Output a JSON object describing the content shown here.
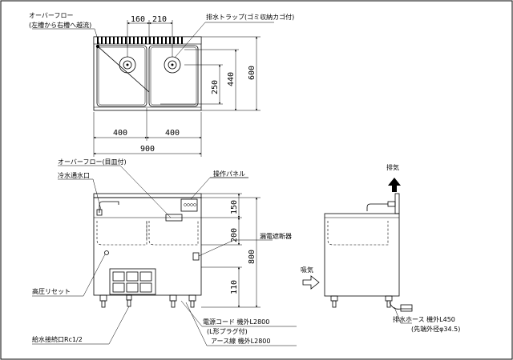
{
  "colors": {
    "line": "#000000",
    "background": "#ffffff"
  },
  "top_view": {
    "overflow_label": "オーバーフロー",
    "overflow_sub": "(左槽から右槽へ越流)",
    "trap_label": "排水トラップ(ゴミ収納カゴ付)",
    "dim_160": "160",
    "dim_210": "210",
    "dim_250": "250",
    "dim_440": "440",
    "dim_600": "600",
    "dim_400_left": "400",
    "dim_400_right": "400",
    "dim_900": "900"
  },
  "front_view": {
    "overflow_label": "オーバーフロー(目皿付)",
    "cold_water_label": "冷水通水口",
    "control_panel_label": "操作パネル",
    "leakage_breaker_label": "漏電遮断器",
    "pressure_reset_label": "高圧リセット",
    "water_inlet_label": "給水接続口Rc1/2",
    "power_cord_label": "電源コード 機外L2800",
    "plug_label": "(L形プラグ付)",
    "earth_label": "アース線 機外L2800",
    "dim_150": "150",
    "dim_200": "200",
    "dim_800": "800",
    "dim_110": "110"
  },
  "side_view": {
    "exhaust_label": "排気",
    "intake_label": "吸気",
    "drain_hose_label": "排水ホース 機外L450",
    "drain_hose_sub": "(先端外径φ34.5)"
  }
}
